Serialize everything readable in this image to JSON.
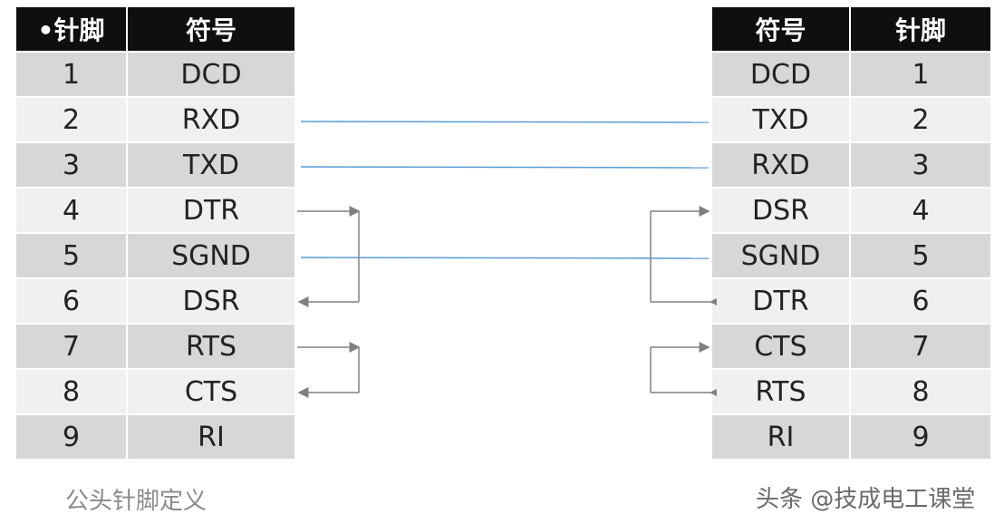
{
  "left_table": {
    "header": {
      "pin": "•针脚",
      "symbol": "符号"
    },
    "rows": [
      {
        "pin": "1",
        "symbol": "DCD"
      },
      {
        "pin": "2",
        "symbol": "RXD"
      },
      {
        "pin": "3",
        "symbol": "TXD"
      },
      {
        "pin": "4",
        "symbol": "DTR"
      },
      {
        "pin": "5",
        "symbol": "SGND"
      },
      {
        "pin": "6",
        "symbol": "DSR"
      },
      {
        "pin": "7",
        "symbol": "RTS"
      },
      {
        "pin": "8",
        "symbol": "CTS"
      },
      {
        "pin": "9",
        "symbol": "RI"
      }
    ],
    "caption": "公头针脚定义"
  },
  "right_table": {
    "header": {
      "symbol": "符号",
      "pin": "针脚"
    },
    "rows": [
      {
        "symbol": "DCD",
        "pin": "1"
      },
      {
        "symbol": "TXD",
        "pin": "2"
      },
      {
        "symbol": "RXD",
        "pin": "3"
      },
      {
        "symbol": "DSR",
        "pin": "4"
      },
      {
        "symbol": "SGND",
        "pin": "5"
      },
      {
        "symbol": "DTR",
        "pin": "6"
      },
      {
        "symbol": "CTS",
        "pin": "7"
      },
      {
        "symbol": "RTS",
        "pin": "8"
      },
      {
        "symbol": "RI",
        "pin": "9"
      }
    ],
    "caption": "头条 @技成电工课堂"
  },
  "connections": {
    "straight": [
      {
        "from_left_pin": "2",
        "to_right_pin": "2"
      },
      {
        "from_left_pin": "3",
        "to_right_pin": "3"
      },
      {
        "from_left_pin": "5",
        "to_right_pin": "5"
      }
    ],
    "left_loopbacks": [
      {
        "from_pin": "4",
        "to_pin": "6"
      },
      {
        "from_pin": "7",
        "to_pin": "8"
      }
    ],
    "right_loopbacks": [
      {
        "from_pin": "6",
        "to_pin": "4"
      },
      {
        "from_pin": "8",
        "to_pin": "7"
      }
    ]
  },
  "colors": {
    "header_bg": "#0f0f0f",
    "row_shade": "#d7d7d7",
    "row_light": "#f0f0f0",
    "straight_wire": "#5b9bd5",
    "loop_wire": "#808080"
  }
}
